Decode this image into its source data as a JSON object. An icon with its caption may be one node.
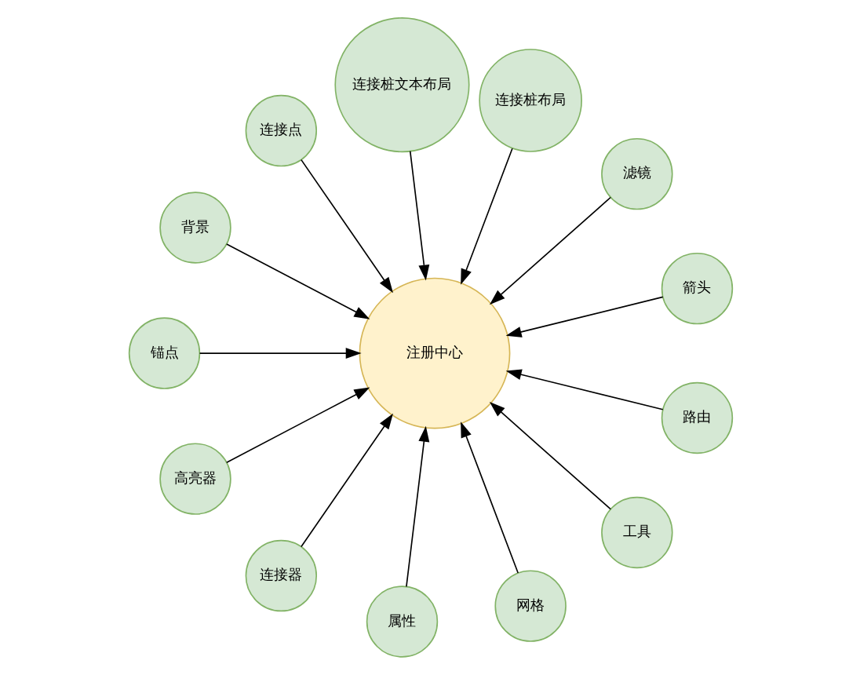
{
  "diagram": {
    "nodes": [
      {
        "text": [
          "注册中心"
        ]
      },
      {
        "text": [
          "箭头"
        ]
      },
      {
        "text": [
          "滤镜"
        ]
      },
      {
        "text": [
          "连接桩布局"
        ]
      },
      {
        "text": [
          "连接桩文本布局"
        ]
      },
      {
        "text": [
          "连接点"
        ]
      },
      {
        "text": [
          "背景"
        ]
      },
      {
        "text": [
          "锚点"
        ]
      },
      {
        "text": [
          "高亮器"
        ]
      },
      {
        "text": [
          "连接器"
        ]
      },
      {
        "text": [
          "属性"
        ]
      },
      {
        "text": [
          "网格"
        ]
      },
      {
        "text": [
          "工具"
        ]
      },
      {
        "text": [
          "路由"
        ]
      }
    ],
    "edges": [
      {
        "from": 1,
        "to": 0,
        "arrow": "to"
      },
      {
        "from": 2,
        "to": 0,
        "arrow": "to"
      },
      {
        "from": 3,
        "to": 0,
        "arrow": "to"
      },
      {
        "from": 4,
        "to": 0,
        "arrow": "to"
      },
      {
        "from": 5,
        "to": 0,
        "arrow": "to"
      },
      {
        "from": 6,
        "to": 0,
        "arrow": "to"
      },
      {
        "from": 7,
        "to": 0,
        "arrow": "to"
      },
      {
        "from": 8,
        "to": 0,
        "arrow": "to"
      },
      {
        "from": 9,
        "to": 0,
        "arrow": "to"
      },
      {
        "from": 10,
        "to": 0,
        "arrow": "to"
      },
      {
        "from": 11,
        "to": 0,
        "arrow": "to"
      },
      {
        "from": 12,
        "to": 0,
        "arrow": "to"
      },
      {
        "from": 13,
        "to": 0,
        "arrow": "to"
      }
    ]
  }
}
